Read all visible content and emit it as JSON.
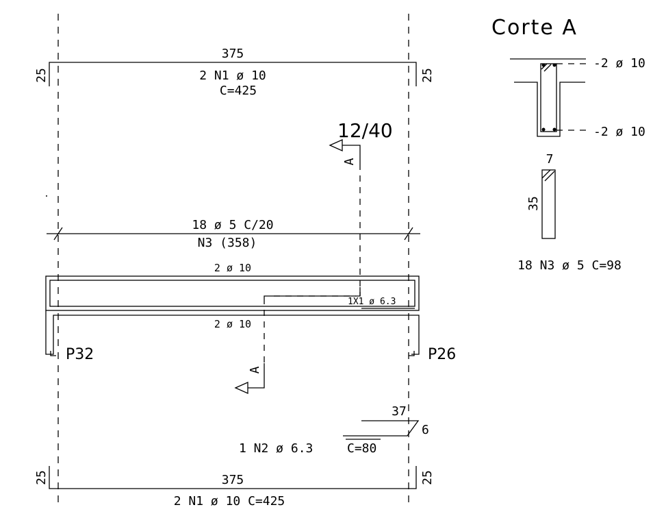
{
  "section_title": "Corte A",
  "top_bar": {
    "length": "375",
    "left_hook": "25",
    "right_hook": "25",
    "spec": "2 N1 ø 10",
    "cut_length": "C=425"
  },
  "beam_size": "12/40",
  "section_marker_letter": "A",
  "stirrups": {
    "spacing_label": "18 ø 5 C/20",
    "bar_label": "N3 (358)"
  },
  "beam": {
    "top_label": "2 ø 10",
    "bottom_label": "2 ø 10",
    "extra_bar": "1X1 ø 6.3",
    "left_pillar": "P32",
    "right_pillar": "P26"
  },
  "n2_bar": {
    "length": "37",
    "hook": "6",
    "spec": "1 N2 ø 6.3",
    "cut_length": "C=80"
  },
  "bottom_bar": {
    "length": "375",
    "left_hook": "25",
    "right_hook": "25",
    "spec": "2 N1 ø 10 C=425"
  },
  "section": {
    "top_rebar": "-2 ø 10",
    "bottom_rebar": "-2 ø 10"
  },
  "stirrup_detail": {
    "width": "7",
    "height": "35",
    "spec": "18 N3 ø 5 C=98"
  }
}
